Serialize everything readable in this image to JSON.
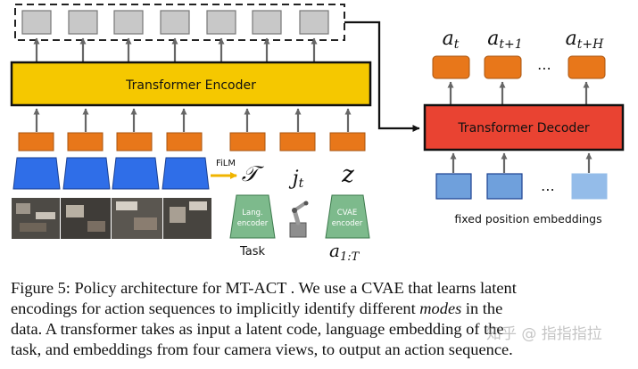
{
  "encoder": {
    "label": "Transformer Encoder"
  },
  "decoder": {
    "label": "Transformer Decoder"
  },
  "outputs": {
    "labels": [
      "a_t",
      "a_t+1",
      "a_t+H"
    ],
    "ellipsis": "⋯"
  },
  "inputs": {
    "film_label": "FiLM",
    "task_symbol": "𝒯",
    "j_symbol": "j_t",
    "z_symbol": "z",
    "lang_encoder_line1": "Lang.",
    "lang_encoder_line2": "encoder",
    "cvae_encoder_line1": "CVAE",
    "cvae_encoder_line2": "encoder",
    "task_caption": "Task",
    "action_seq_symbol": "a_1:T"
  },
  "position_embeddings": {
    "label": "fixed position embeddings",
    "ellipsis": "⋯"
  },
  "caption": {
    "line1_pre": "Figure 5: Policy architecture for MT-ACT . We use a CVAE that learns latent",
    "line2_pre": "encodings for action sequences to implicitly identify different ",
    "line2_em": "modes",
    "line2_post": " in the",
    "line3": "data. A transformer takes as input a latent code, language embedding of the",
    "line4": "task, and embeddings from four camera views, to output an action sequence."
  },
  "watermark": "知乎 @ 指指指拉",
  "colors": {
    "encoder_fill": "#f5c800",
    "decoder_fill": "#e94332",
    "token_orange": "#e8771a",
    "token_gray": "#c8c8c8",
    "camera_blue": "#2f6ee8",
    "pos_blue": "#6fa0dc",
    "encoder_green": "#7dba8c",
    "film_arrow": "#f0b400"
  }
}
